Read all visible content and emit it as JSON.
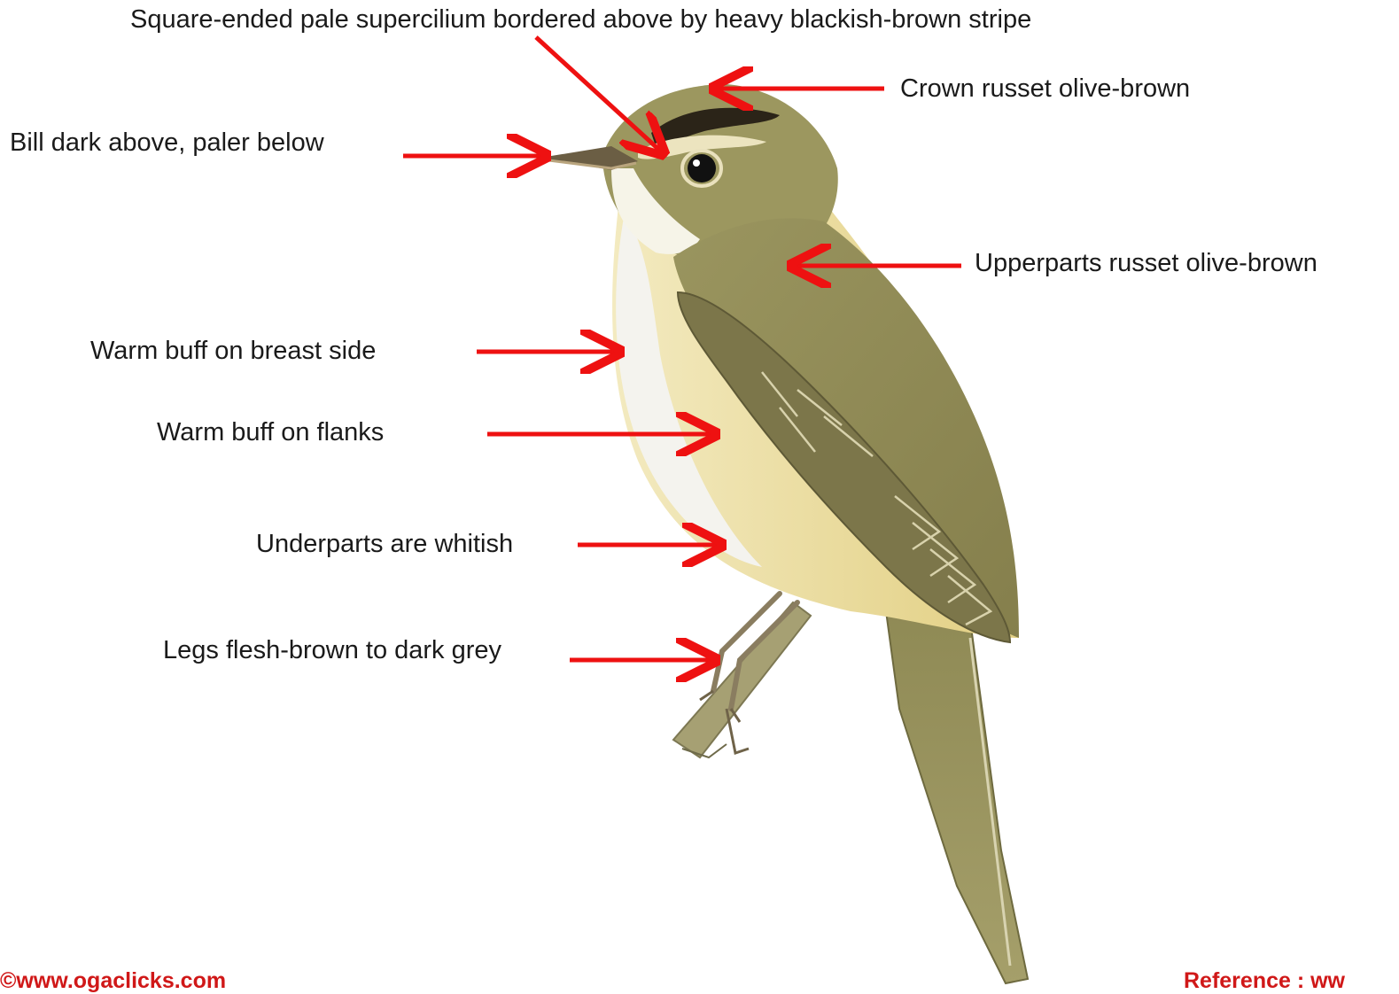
{
  "annotations": {
    "supercilium": "Square-ended pale supercilium bordered above by heavy blackish-brown stripe",
    "crown": "Crown  russet olive-brown",
    "bill": "Bill dark above, paler below",
    "upperparts": "Upperparts russet olive-brown",
    "breast_side": "Warm buff on breast side",
    "flanks": "Warm buff on  flanks",
    "underparts": "Underparts are whitish",
    "legs": "Legs flesh-brown to dark grey"
  },
  "footer": {
    "copyright": "©www.ogaclicks.com",
    "reference": "Reference : ww"
  },
  "colors": {
    "arrow": "#ee1111",
    "text": "#1a1a1a",
    "footer_text": "#d01818",
    "plumage_upper": "#8f8a55",
    "plumage_buff": "#ecd98f",
    "underparts": "#f4f3ee"
  }
}
